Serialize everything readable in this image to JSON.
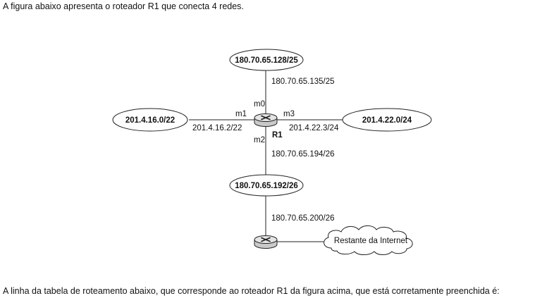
{
  "intro_text": "A figura abaixo apresenta o roteador R1 que conecta 4 redes.",
  "outro_text": "A linha da tabela de roteamento abaixo, que corresponde ao roteador R1 da figura acima, que está corretamente preenchida é:",
  "networks": {
    "top": "180.70.65.128/25",
    "left": "201.4.16.0/22",
    "right": "201.4.22.0/24",
    "bottom": "180.70.65.192/26"
  },
  "router": {
    "name": "R1",
    "m0": "m0",
    "m1": "m1",
    "m2": "m2",
    "m3": "m3"
  },
  "addresses": {
    "m0": "180.70.65.135/25",
    "m1": "201.4.16.2/22",
    "m3": "201.4.22.3/24",
    "m2": "180.70.65.194/26",
    "gateway": "180.70.65.200/26"
  },
  "cloud": "Restante da Internet",
  "colors": {
    "router_fill": "#d8d8d8",
    "router_top": "#bdbdbd",
    "line": "#222222"
  }
}
